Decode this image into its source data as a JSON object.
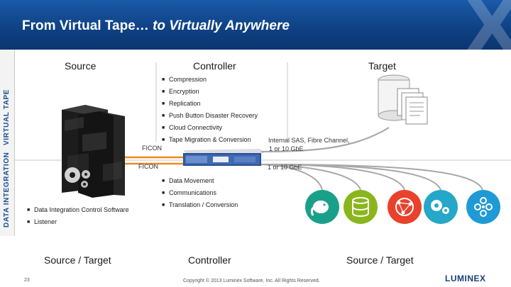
{
  "header": {
    "title_plain": "From Virtual Tape… ",
    "title_italic": "to Virtually Anywhere"
  },
  "side_labels": {
    "virtual_tape": "VIRTUAL TAPE",
    "data_integration": "DATA INTEGRATION"
  },
  "columns": {
    "source": "Source",
    "controller": "Controller",
    "target": "Target"
  },
  "controller_features": [
    "Compression",
    "Encryption",
    "Replication",
    "Push Button Disaster Recovery",
    "Cloud Connectivity",
    "Tape Migration & Conversion"
  ],
  "links": {
    "ficon_top": "FICON",
    "ficon_bottom": "FICON",
    "target_interfaces": "Internal SAS, Fibre Channel,",
    "target_interfaces_2": "1 or 10 GbE",
    "gbe_bottom": "1 or 10 GbE"
  },
  "data_features": [
    "Data Movement",
    "Communications",
    "Translation / Conversion"
  ],
  "source_features": [
    "Data Integration Control Software",
    "Listener"
  ],
  "footer_labels": {
    "source_target_left": "Source / Target",
    "controller": "Controller",
    "source_target_right": "Source / Target"
  },
  "footer": {
    "page_number": "23",
    "copyright": "Copyright © 2013 Luminex Software, Inc. All Rights Reserved.",
    "logo": "LUMINEX"
  },
  "target_icons": [
    {
      "icon": "hadoop-elephant-icon",
      "color": "#1aa08a"
    },
    {
      "icon": "database-icon",
      "color": "#8ab61c"
    },
    {
      "icon": "network-globe-icon",
      "color": "#e8422c"
    },
    {
      "icon": "gears-icon",
      "color": "#24a7c9"
    },
    {
      "icon": "node-graph-icon",
      "color": "#1f9ad6"
    }
  ],
  "colors": {
    "header": "#0f4285",
    "accent_orange": "#f08a1c",
    "gray_line": "#a8a8a8",
    "label_blue": "#1b4f94"
  }
}
